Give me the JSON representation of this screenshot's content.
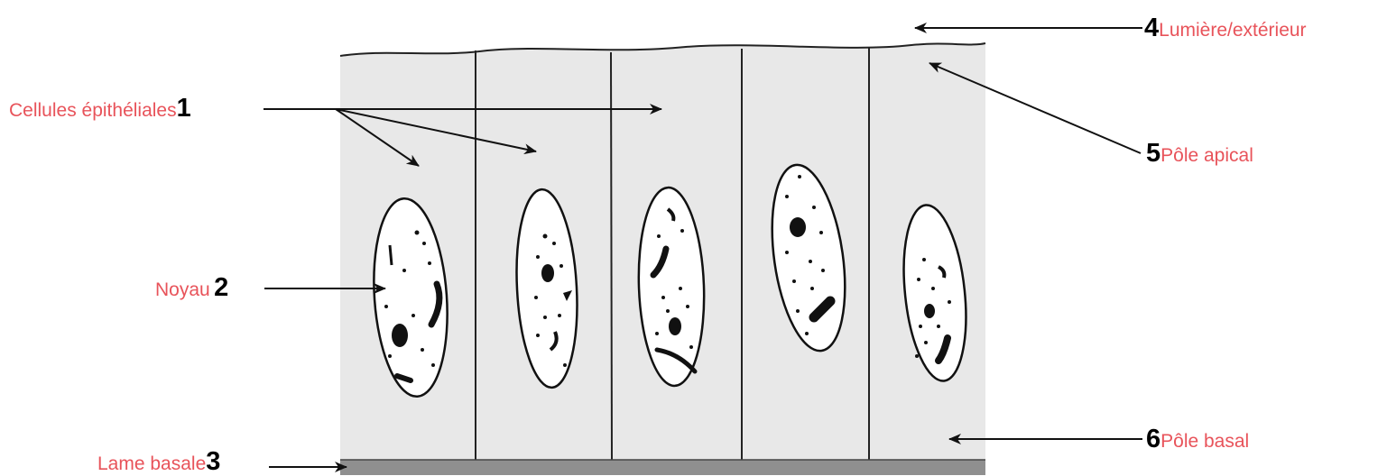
{
  "colors": {
    "label_text": "#e8535a",
    "number_text": "#000000",
    "cell_fill": "#e9e9e9",
    "basal_lamina": "#8f8f8f",
    "outline": "#111111",
    "nucleus_fill": "#ffffff"
  },
  "labels": {
    "l1": {
      "num": "1",
      "text": "Cellules épithéliales"
    },
    "l2": {
      "num": "2",
      "text": "Noyau"
    },
    "l3": {
      "num": "3",
      "text": "Lame basale"
    },
    "l4": {
      "num": "4",
      "text": "Lumière/extérieur"
    },
    "l5": {
      "num": "5",
      "text": "Pôle apical"
    },
    "l6": {
      "num": "6",
      "text": "Pôle basal"
    }
  }
}
